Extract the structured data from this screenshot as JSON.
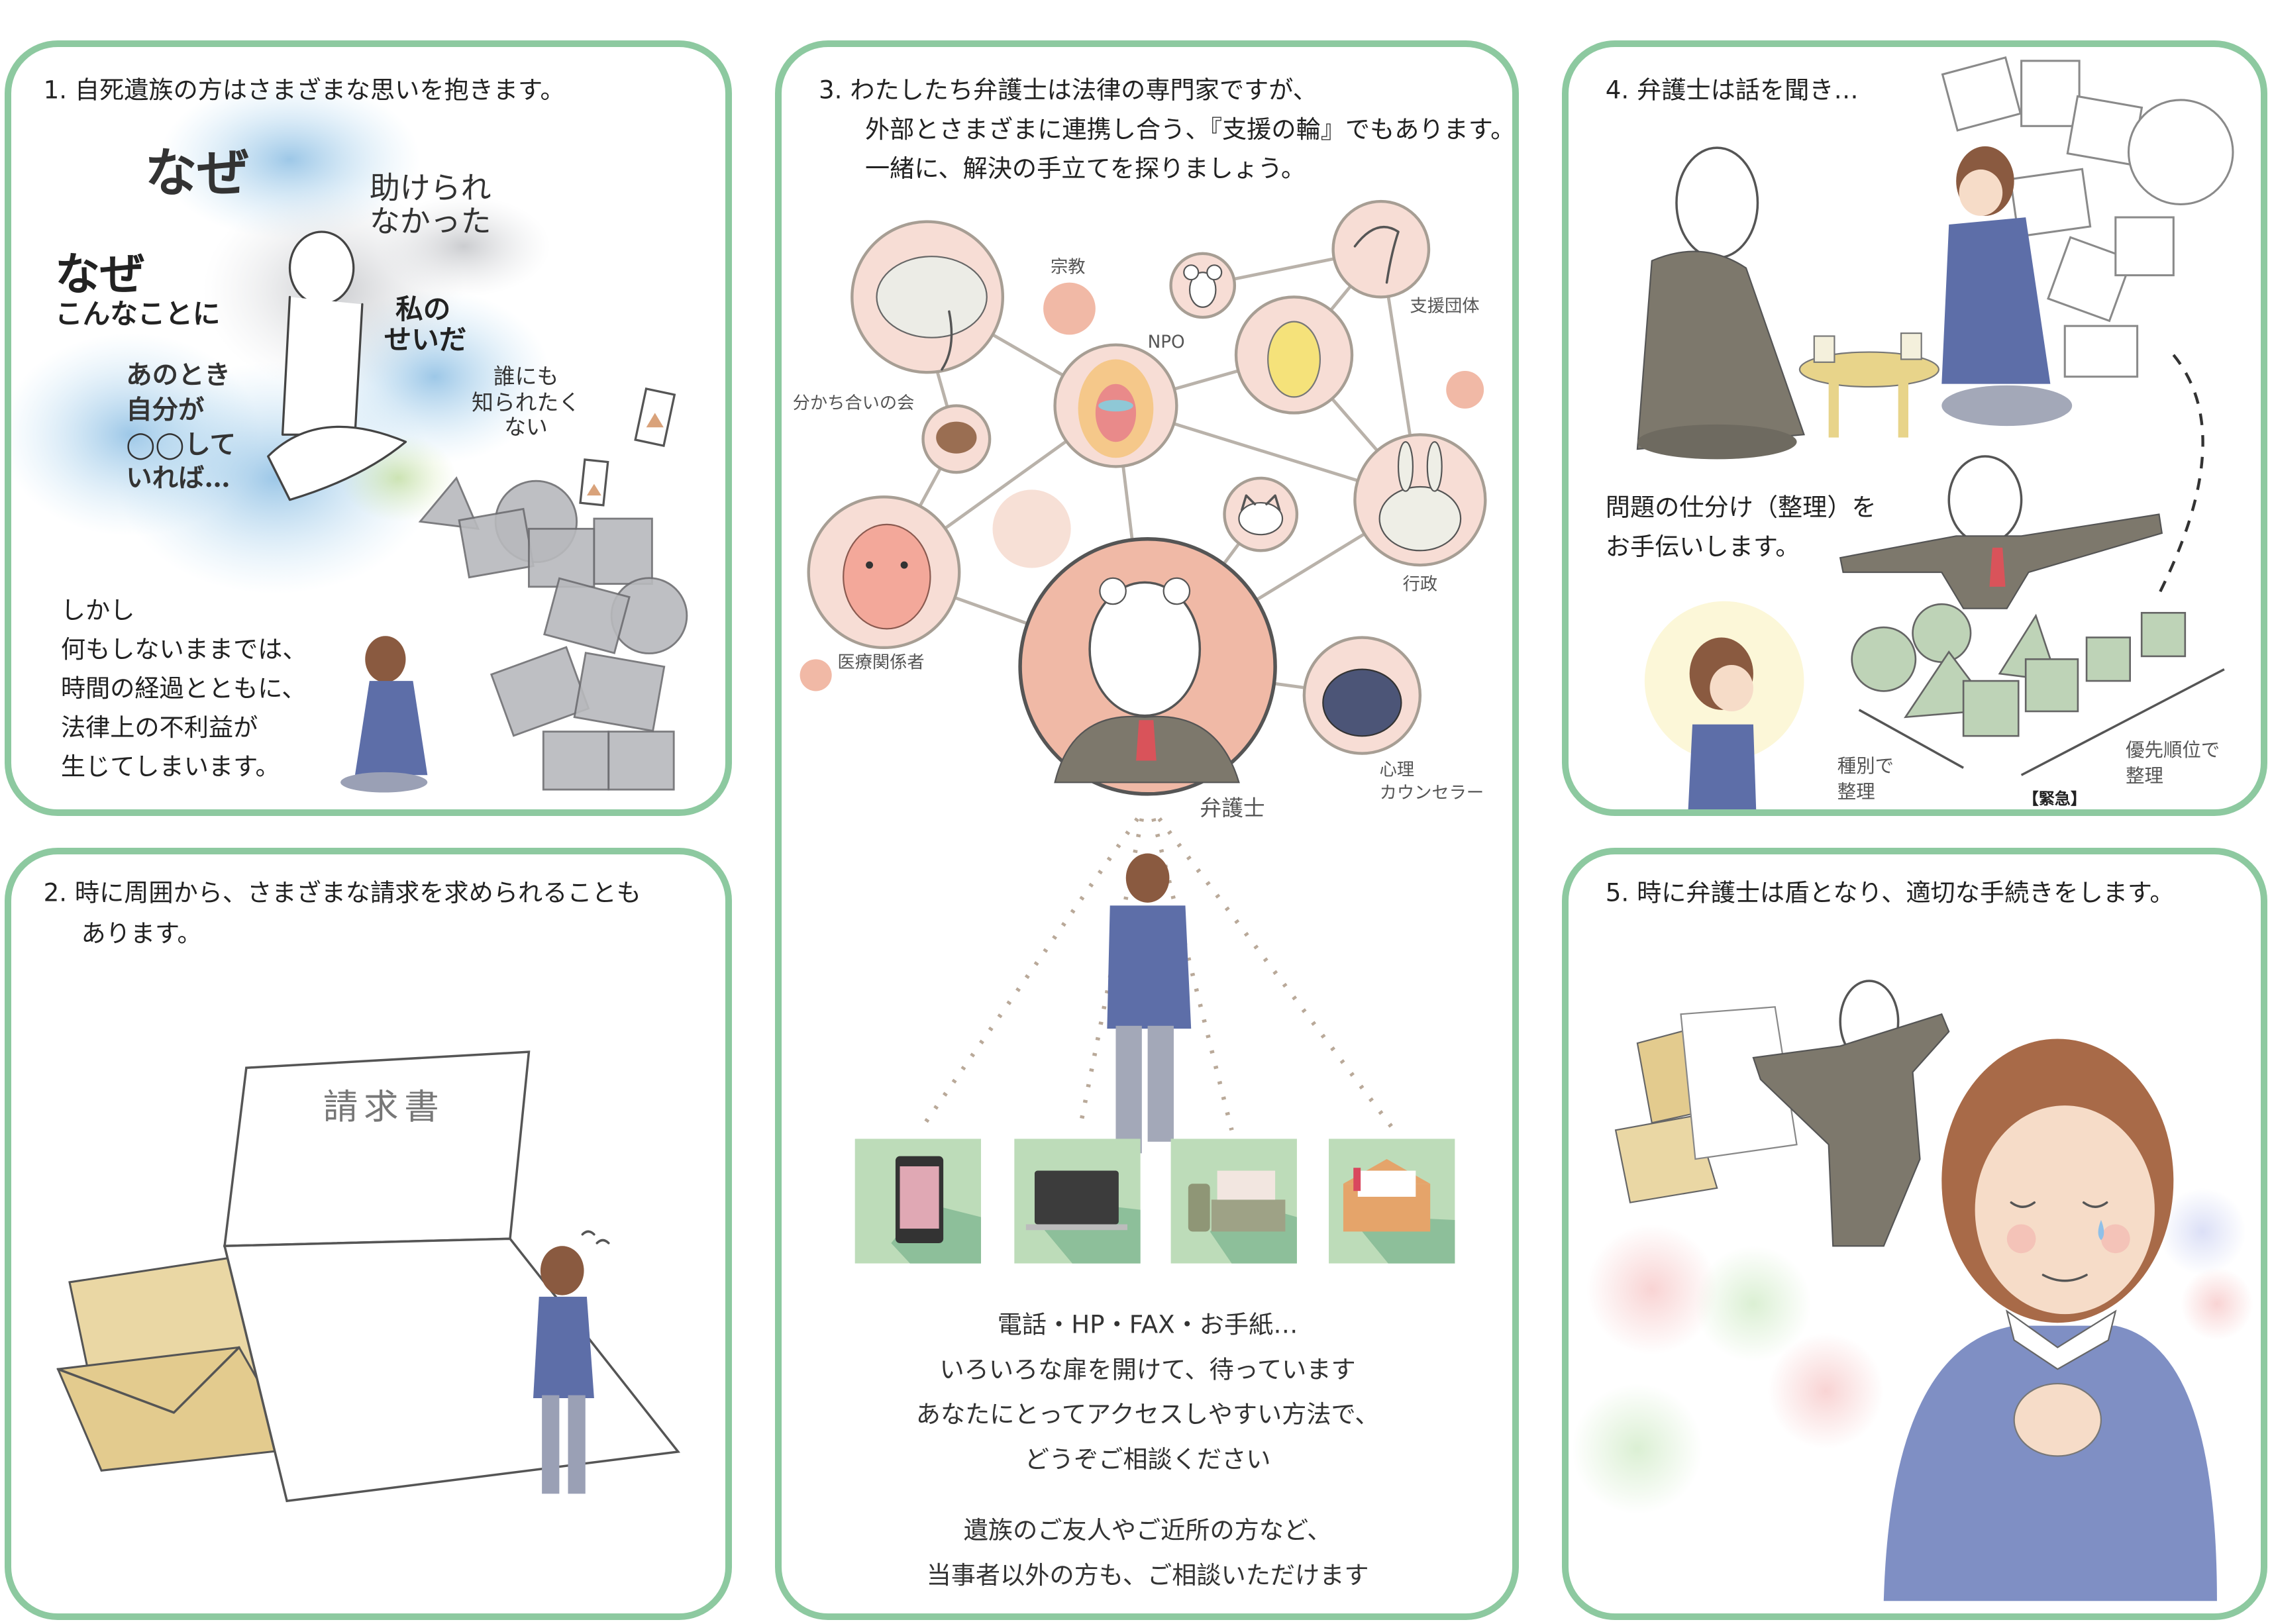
{
  "panel1": {
    "title": "1.  自死遺族の方はさまざまな思いを抱きます。",
    "thoughts": {
      "naze_big": "なぜ",
      "naze2": "なぜ",
      "konna": "こんなことに",
      "tasukerare": [
        "助けられ",
        "なかった"
      ],
      "watashi": [
        "私の",
        "せいだ"
      ],
      "anotoki": [
        "あのとき",
        "自分が",
        "◯◯して",
        "いれば…"
      ],
      "darenimo": [
        "誰にも",
        "知られたく",
        "ない"
      ]
    },
    "body": [
      "しかし",
      "何もしないままでは、",
      "時間の経過とともに、",
      "法律上の不利益が",
      "生じてしまいます。"
    ]
  },
  "panel2": {
    "title_lines": [
      "2.  時に周囲から、さまざまな請求を求められることも",
      "あります。"
    ],
    "document_label": "請求書"
  },
  "panel3": {
    "title_lines": [
      "3.  わたしたち弁護士は法律の専門家ですが、",
      "外部とさまざまに連携し合う、『支援の輪』でもあります。",
      "一緒に、解決の手立てを探りましょう。"
    ],
    "network_labels": {
      "religion": "宗教",
      "npo": "NPO",
      "sharing": "分かち合いの会",
      "support": "支援団体",
      "admin": "行政",
      "medical": "医療関係者",
      "counselor": [
        "心理",
        "カウンセラー"
      ],
      "lawyer": "弁護士"
    },
    "contact_channels": [
      "phone-icon",
      "laptop-icon",
      "fax-icon",
      "letter-icon"
    ],
    "message_lines": [
      "電話・HP・FAX・お手紙…",
      "いろいろな扉を開けて、待っています",
      "あなたにとってアクセスしやすい方法で、",
      "どうぞご相談ください"
    ],
    "note_lines": [
      "遺族のご友人やご近所の方など、",
      "当事者以外の方も、ご相談いただけます"
    ]
  },
  "panel4": {
    "title": "4.  弁護士は話を聞き…",
    "caption_lines": [
      "問題の仕分け（整理）を",
      "お手伝いします。"
    ],
    "sort_by_type": [
      "種別で",
      "整理"
    ],
    "sort_by_priority": [
      "優先順位で",
      "整理"
    ],
    "urgent": "【緊急】"
  },
  "panel5": {
    "title": "5.  時に弁護士は盾となり、適切な手続きをします。"
  },
  "colors": {
    "frame": "#8dc9a0",
    "tile": "#bddcb9",
    "network_circle": "#f7ddd5",
    "dot": "#f1b9a6"
  }
}
